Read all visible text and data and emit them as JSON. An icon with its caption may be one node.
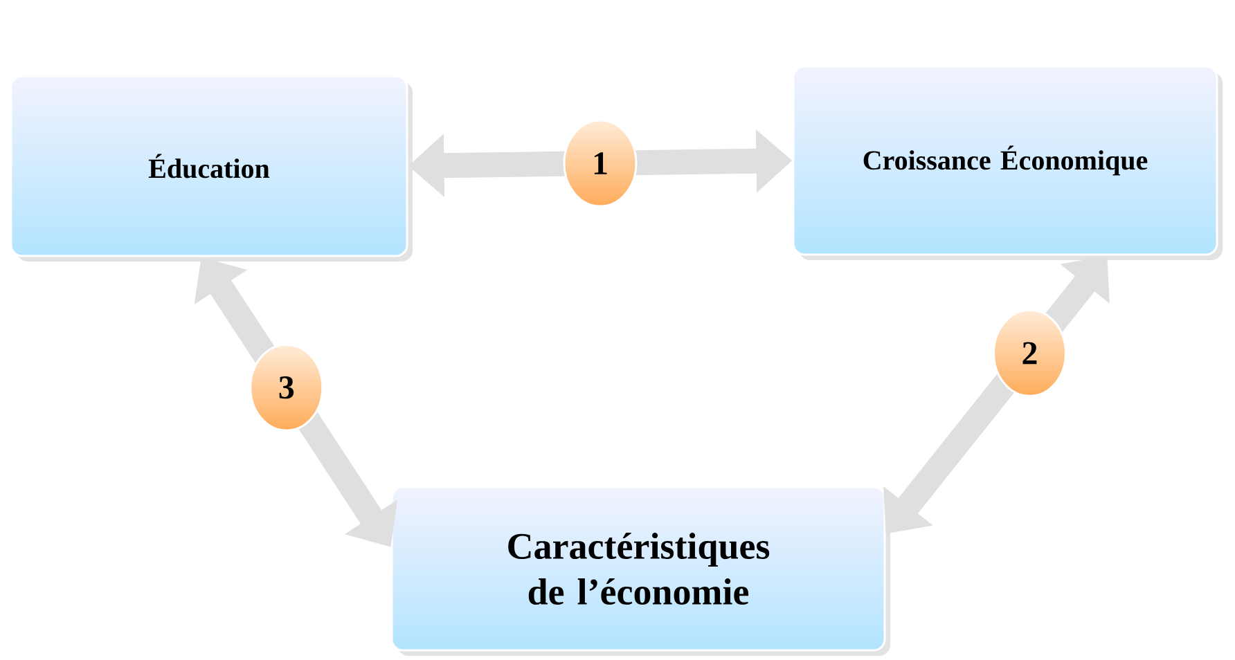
{
  "diagram": {
    "nodes": [
      {
        "text": [
          "Éducation"
        ]
      },
      {
        "text": [
          "Croissance Économique"
        ]
      },
      {
        "text": [
          "Caractéristiques de l’économie"
        ]
      }
    ],
    "edges": [
      {
        "from": 0,
        "to": 1,
        "arrow": "both",
        "label": "1"
      },
      {
        "from": 1,
        "to": 2,
        "arrow": "both",
        "label": "2"
      },
      {
        "from": 0,
        "to": 2,
        "arrow": "both",
        "label": "3"
      }
    ]
  }
}
